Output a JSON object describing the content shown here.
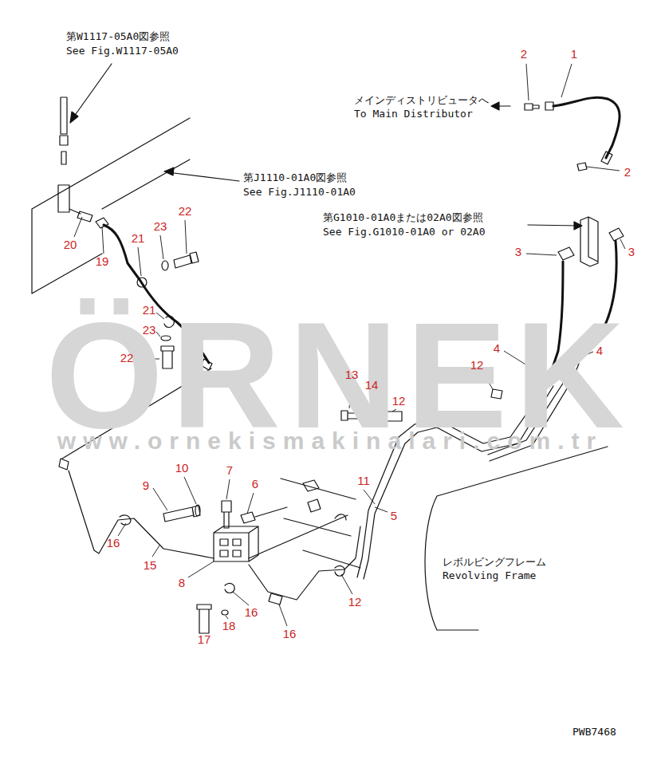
{
  "diagram": {
    "labels": [
      "第W1117-05A0図参照",
      "See Fig.W1117-05A0",
      "2",
      "1",
      "メインディストリビュータへ",
      "To Main Distributor",
      "2",
      "第J1110-01A0図参照",
      "See Fig.J1110-01A0",
      "第G1010-01A0または02A0図参照",
      "See Fig.G1010-01A0 or 02A0",
      "22",
      "23",
      "21",
      "20",
      "3",
      "3",
      "19",
      "21",
      "23",
      "ÖRNEK",
      "4",
      "4",
      "22",
      "12",
      "13",
      "14",
      "12",
      "www.ornekismakinalari.com.tr",
      "10",
      "7",
      "11",
      "9",
      "6",
      "5",
      "16",
      "レボルビングフレーム",
      "Revolving Frame",
      "15",
      "8",
      "12",
      "16",
      "18",
      "16",
      "17",
      "PWB7468"
    ]
  }
}
